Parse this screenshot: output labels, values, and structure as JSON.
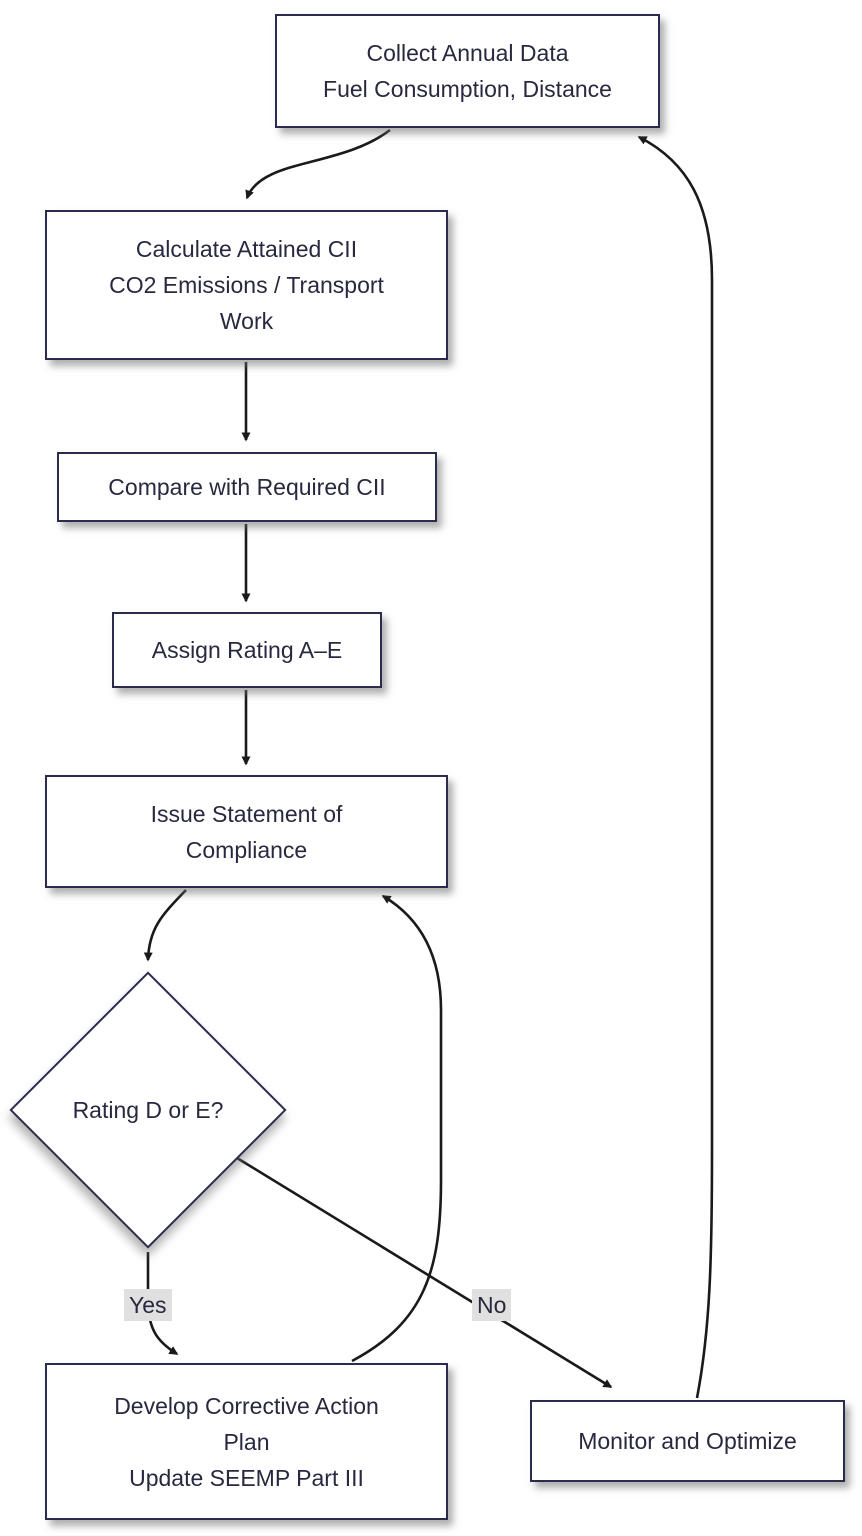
{
  "diagram": {
    "nodes": {
      "collect": {
        "label": "Collect Annual Data\nFuel Consumption, Distance"
      },
      "calculate": {
        "label": "Calculate Attained CII\nCO2 Emissions / Transport\nWork"
      },
      "compare": {
        "label": "Compare with Required CII"
      },
      "assign": {
        "label": "Assign Rating A–E"
      },
      "issue": {
        "label": "Issue Statement of\nCompliance"
      },
      "decision": {
        "label": "Rating D or E?"
      },
      "corrective": {
        "label": "Develop Corrective Action\nPlan\nUpdate SEEMP Part III"
      },
      "monitor": {
        "label": "Monitor and Optimize"
      }
    },
    "edge_labels": {
      "yes": "Yes",
      "no": "No"
    },
    "colors": {
      "node_fill": "#ffffff",
      "node_border": "#2b2b4d",
      "text": "#28283f",
      "edge": "#1a1a1a",
      "edge_label_bg": "#e0e0e0"
    }
  }
}
